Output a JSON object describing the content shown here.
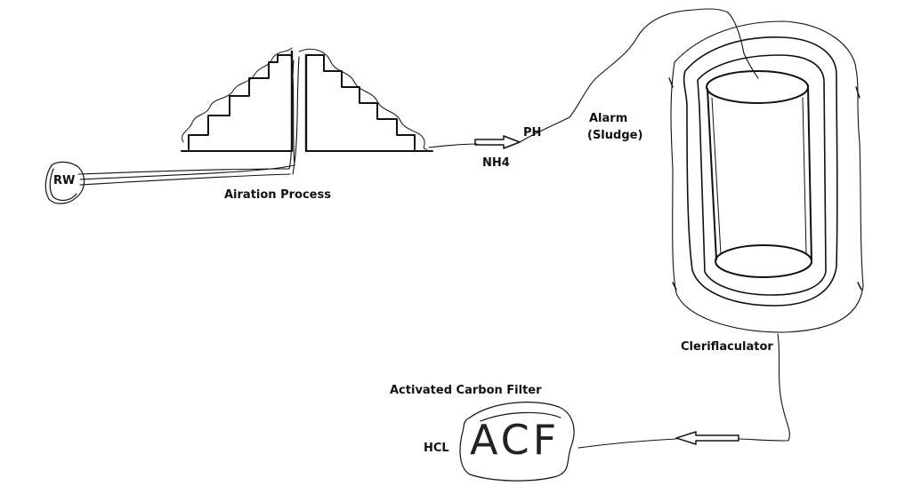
{
  "nodes": {
    "rw": "RW",
    "aeration": "Airation Process",
    "ph": "PH",
    "nh4": "NH4",
    "alarm_line1": "Alarm",
    "alarm_line2": "(Sludge)",
    "clarifier": "Cleriflaculator",
    "acf_title": "Activated Carbon Filter",
    "acf_mark": "ACF",
    "hcl": "HCL"
  },
  "colors": {
    "ink": "#111111",
    "background": "#ffffff"
  }
}
